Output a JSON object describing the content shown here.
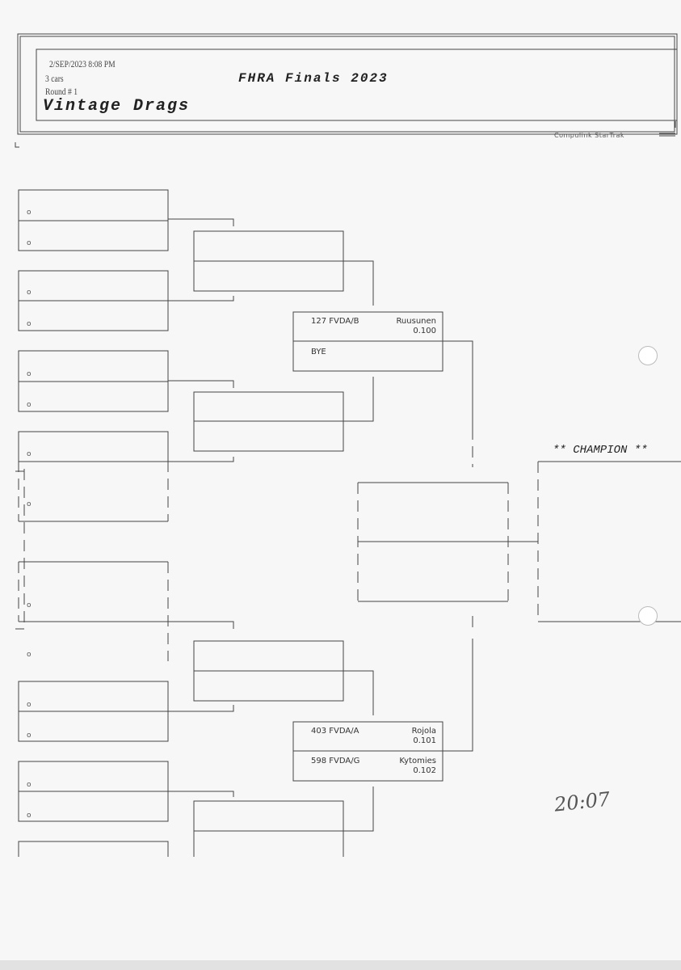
{
  "header": {
    "date_time": "2/SEP/2023   8:08 PM",
    "cars": "3 cars",
    "round": "Round # 1",
    "event_title": "FHRA Finals 2023",
    "class_title": "Vintage Drags",
    "brand": "Compulink  StarTrak"
  },
  "first_round_marker": "o",
  "round3": {
    "top": {
      "lane1": {
        "car": "127 FVDA/B",
        "driver": "Ruusunen",
        "time": "0.100"
      },
      "lane2": {
        "car": "BYE"
      }
    },
    "bottom": {
      "lane1": {
        "car": "403 FVDA/A",
        "driver": "Rojola",
        "time": "0.101"
      },
      "lane2": {
        "car": "598 FVDA/G",
        "driver": "Kytomies",
        "time": "0.102"
      }
    }
  },
  "champion_label": "** CHAMPION **",
  "handwritten_note": "20:07"
}
